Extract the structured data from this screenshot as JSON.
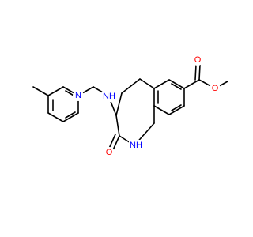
{
  "colors": {
    "bond": "#000000",
    "nitrogen": "#0000ff",
    "oxygen": "#ff0000",
    "background": "#ffffff"
  },
  "atom_labels": {
    "pyridine_n": "N",
    "amine_nh": "NH",
    "lactam_nh": "NH",
    "lactam_o": "O",
    "ester_carbonyl_o": "O",
    "ester_ether_o": "O"
  }
}
